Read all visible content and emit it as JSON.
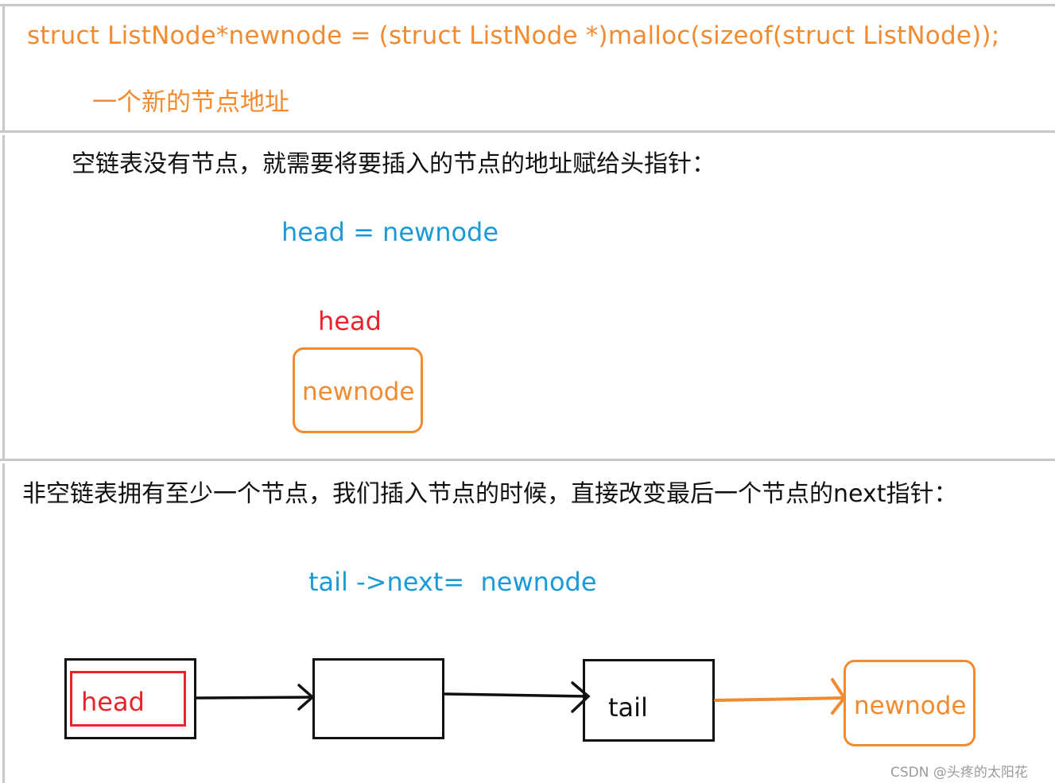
{
  "colors": {
    "orange": "#f28a30",
    "blue": "#1a9ad6",
    "red": "#e8232b",
    "black": "#111111",
    "divider": "#c8c8c8"
  },
  "section1": {
    "code_line": "struct ListNode*newnode = (struct ListNode *)malloc(sizeof(struct ListNode));",
    "note": "一个新的节点地址"
  },
  "section2": {
    "heading": "空链表没有节点，就需要将要插入的节点的地址赋给头指针：",
    "assignment": "head = newnode",
    "head_label": "head",
    "node_label": "newnode"
  },
  "section3": {
    "heading": "非空链表拥有至少一个节点，我们插入节点的时候，直接改变最后一个节点的next指针：",
    "assignment": "tail ->next=  newnode",
    "nodes": [
      {
        "label": "head"
      },
      {
        "label": ""
      },
      {
        "label": "tail"
      },
      {
        "label": "newnode"
      }
    ]
  },
  "watermark": "CSDN @头疼的太阳花"
}
